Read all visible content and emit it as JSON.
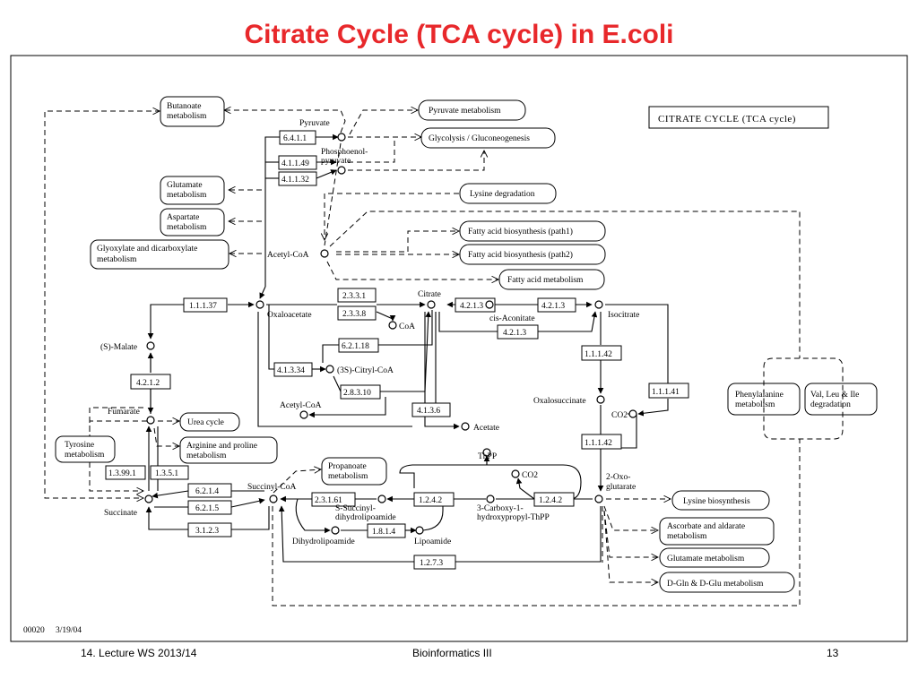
{
  "slide": {
    "title": "Citrate Cycle (TCA cycle) in E.coli"
  },
  "diagram": {
    "map_title": "CITRATE CYCLE (TCA cycle)",
    "map_id": "00020",
    "map_date": "3/19/04",
    "compounds": {
      "pyruvate": "Pyruvate",
      "pep_1": "Phosphoenol-",
      "pep_2": "pyruvate",
      "acetyl_coa": "Acetyl-CoA",
      "oxaloacetate": "Oxaloacetate",
      "citrate": "Citrate",
      "coa": "CoA",
      "cis_aconitate": "cis-Aconitate",
      "isocitrate": "Isocitrate",
      "citryl_coa": "(3S)-Citryl-CoA",
      "acetyl_coa_2": "Acetyl-CoA",
      "acetate": "Acetate",
      "s_malate": "(S)-Malate",
      "fumarate": "Fumarate",
      "succinate": "Succinate",
      "succinyl_coa": "Succinyl-CoA",
      "oxalosuccinate": "Oxalosuccinate",
      "co2_1": "CO2",
      "co2_2": "CO2",
      "thpp": "ThPP",
      "oxoglutarate_1": "2-Oxo-",
      "oxoglutarate_2": "glutarate",
      "s_succinyl_1": "S-Succinyl-",
      "s_succinyl_2": "dihydrolipoamide",
      "carboxy_1": "3-Carboxy-1-",
      "carboxy_2": "hydroxypropyl-ThPP",
      "dihydrolipoamide": "Dihydrolipoamide",
      "lipoamide": "Lipoamide"
    },
    "enzymes": {
      "e6411": "6.4.1.1",
      "e41149": "4.1.1.49",
      "e41132": "4.1.1.32",
      "e11137": "1.1.1.37",
      "e2331": "2.3.3.1",
      "e2338": "2.3.3.8",
      "e6211_8": "6.2.1.18",
      "e41334": "4.1.3.34",
      "e28310": "2.8.3.10",
      "e4213a": "4.2.1.3",
      "e4213b": "4.2.1.3",
      "e4213c": "4.2.1.3",
      "e11142a": "1.1.1.42",
      "e11141": "1.1.1.41",
      "e11142b": "1.1.1.42",
      "e4136": "4.1.3.6",
      "e4212": "4.2.1.2",
      "e13991": "1.3.99.1",
      "e1351": "1.3.5.1",
      "e6214": "6.2.1.4",
      "e6215": "6.2.1.5",
      "e3123": "3.1.2.3",
      "e23161": "2.3.1.61",
      "e142a": "1.2.4.2",
      "e142b": "1.2.4.2",
      "e1814": "1.8.1.4",
      "e1273": "1.2.7.3"
    },
    "pathways": {
      "butanoate_1": "Butanoate",
      "butanoate_2": "metabolism",
      "pyruvate_met": "Pyruvate metabolism",
      "glycolysis": "Glycolysis / Gluconeogenesis",
      "glutamate_1": "Glutamate",
      "glutamate_2": "metabolism",
      "aspartate_1": "Aspartate",
      "aspartate_2": "metabolism",
      "glyoxylate_1": "Glyoxylate and dicarboxylate",
      "glyoxylate_2": "metabolism",
      "lysine_deg": "Lysine degradation",
      "fatty_path1": "Fatty acid biosynthesis (path1)",
      "fatty_path2": "Fatty acid biosynthesis (path2)",
      "fatty_met": "Fatty acid metabolism",
      "urea": "Urea cycle",
      "arginine_1": "Arginine and proline",
      "arginine_2": "metabolism",
      "tyrosine_1": "Tyrosine",
      "tyrosine_2": "metabolism",
      "propanoate_1": "Propanoate",
      "propanoate_2": "metabolism",
      "phenylalanine_1": "Phenylalanine",
      "phenylalanine_2": "metabolism",
      "valine_1": "Val, Leu & Ile",
      "valine_2": "degradation",
      "lysine_bio": "Lysine biosynthesis",
      "ascorbate_1": "Ascorbate and aldarate",
      "ascorbate_2": "metabolism",
      "glutamate_met": "Glutamate metabolism",
      "dgln": "D-Gln & D-Glu metabolism"
    }
  },
  "footer": {
    "left": "14. Lecture WS 2013/14",
    "center": "Bioinformatics III",
    "page": "13"
  }
}
